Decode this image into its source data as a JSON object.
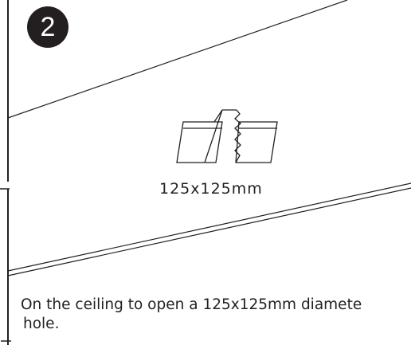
{
  "step": {
    "number": "2"
  },
  "illustration": {
    "dimension_label": "125x125mm"
  },
  "instruction": {
    "line1": "On the ceiling to open a 125x125mm diamete",
    "line2": "hole."
  }
}
